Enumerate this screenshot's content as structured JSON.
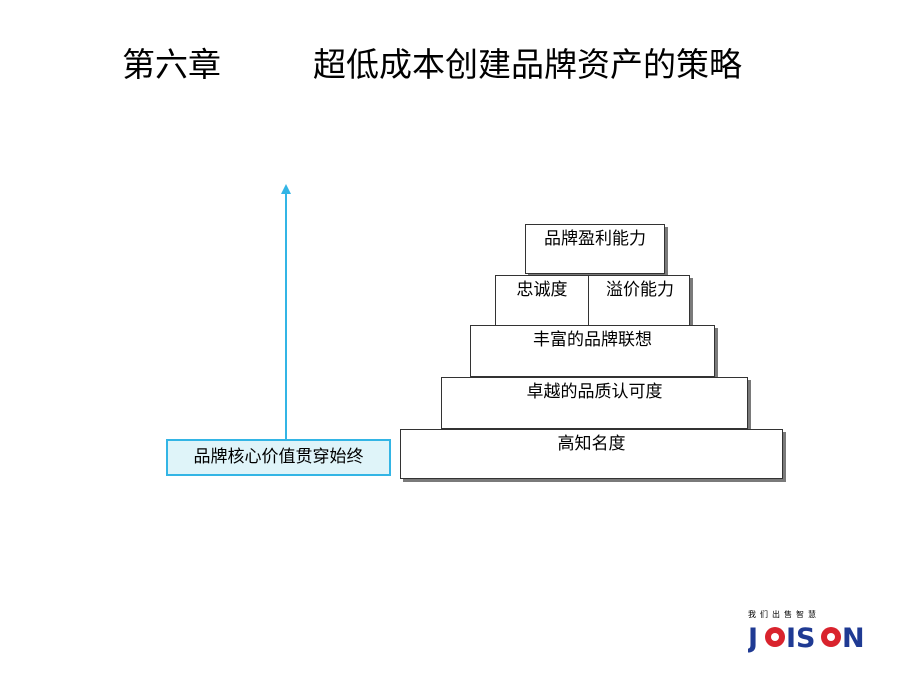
{
  "title": {
    "chapter": "第六章",
    "subtitle": "超低成本创建品牌资产的策略"
  },
  "core": {
    "label": "品牌核心价值贯穿始终"
  },
  "pyramid": {
    "tier1": "品牌盈利能力",
    "tier2_left": "忠诚度",
    "tier2_right": "溢价能力",
    "tier3": "丰富的品牌联想",
    "tier4": "卓越的品质认可度",
    "tier5": "高知名度"
  },
  "logo": {
    "tagline": "我们出售智慧",
    "name": "JOISON"
  },
  "colors": {
    "arrow": "#33b5e5",
    "core_fill": "#dff4f9",
    "logo_blue": "#1f3a93",
    "logo_red": "#d9232d"
  }
}
